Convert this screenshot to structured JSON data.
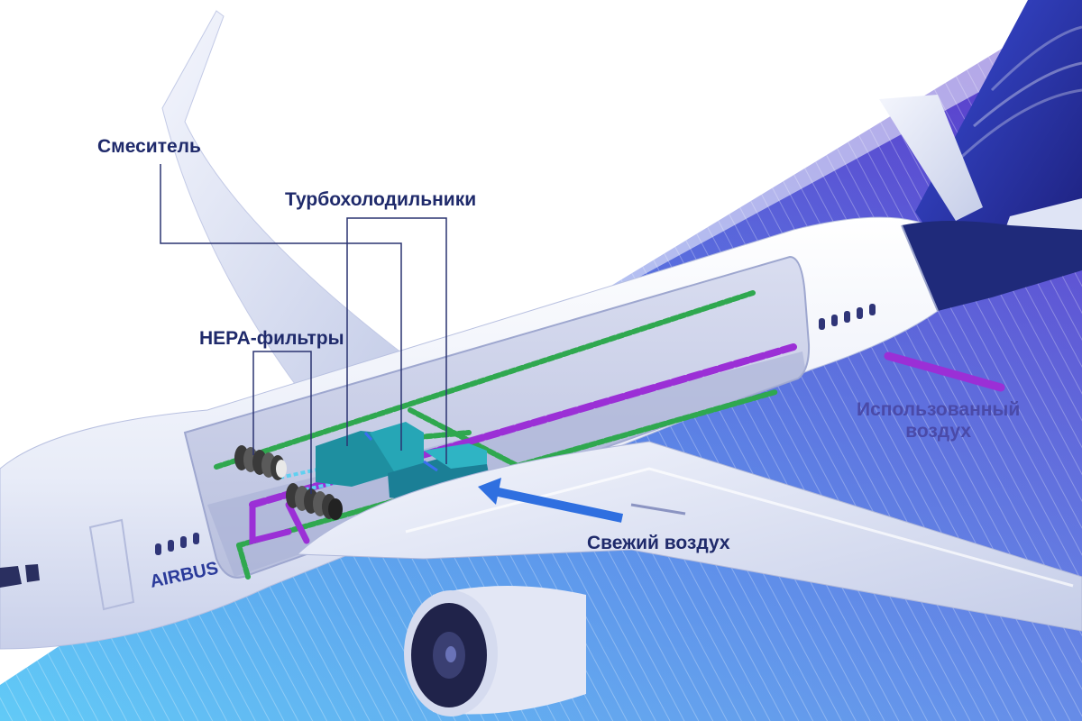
{
  "labels": {
    "mixer": "Смеситель",
    "turbo_coolers": "Турбохолодильники",
    "hepa_filters": "HEPA-фильтры",
    "used_air_line1": "Использованный",
    "used_air_line2": "воздух",
    "fresh_air": "Свежий воздух"
  },
  "logo_text": "AIRBUS",
  "colors": {
    "label_text": "#1f2a6b",
    "used_air_text": "#4a4aa8",
    "fresh_duct": "#2fa84f",
    "used_duct": "#9b2fd6",
    "fresh_arrow": "#2f6fe0",
    "sky_blue": "#3fa9f0",
    "sky_purple": "#6a3fd0",
    "fuselage": "#eef1fb"
  }
}
